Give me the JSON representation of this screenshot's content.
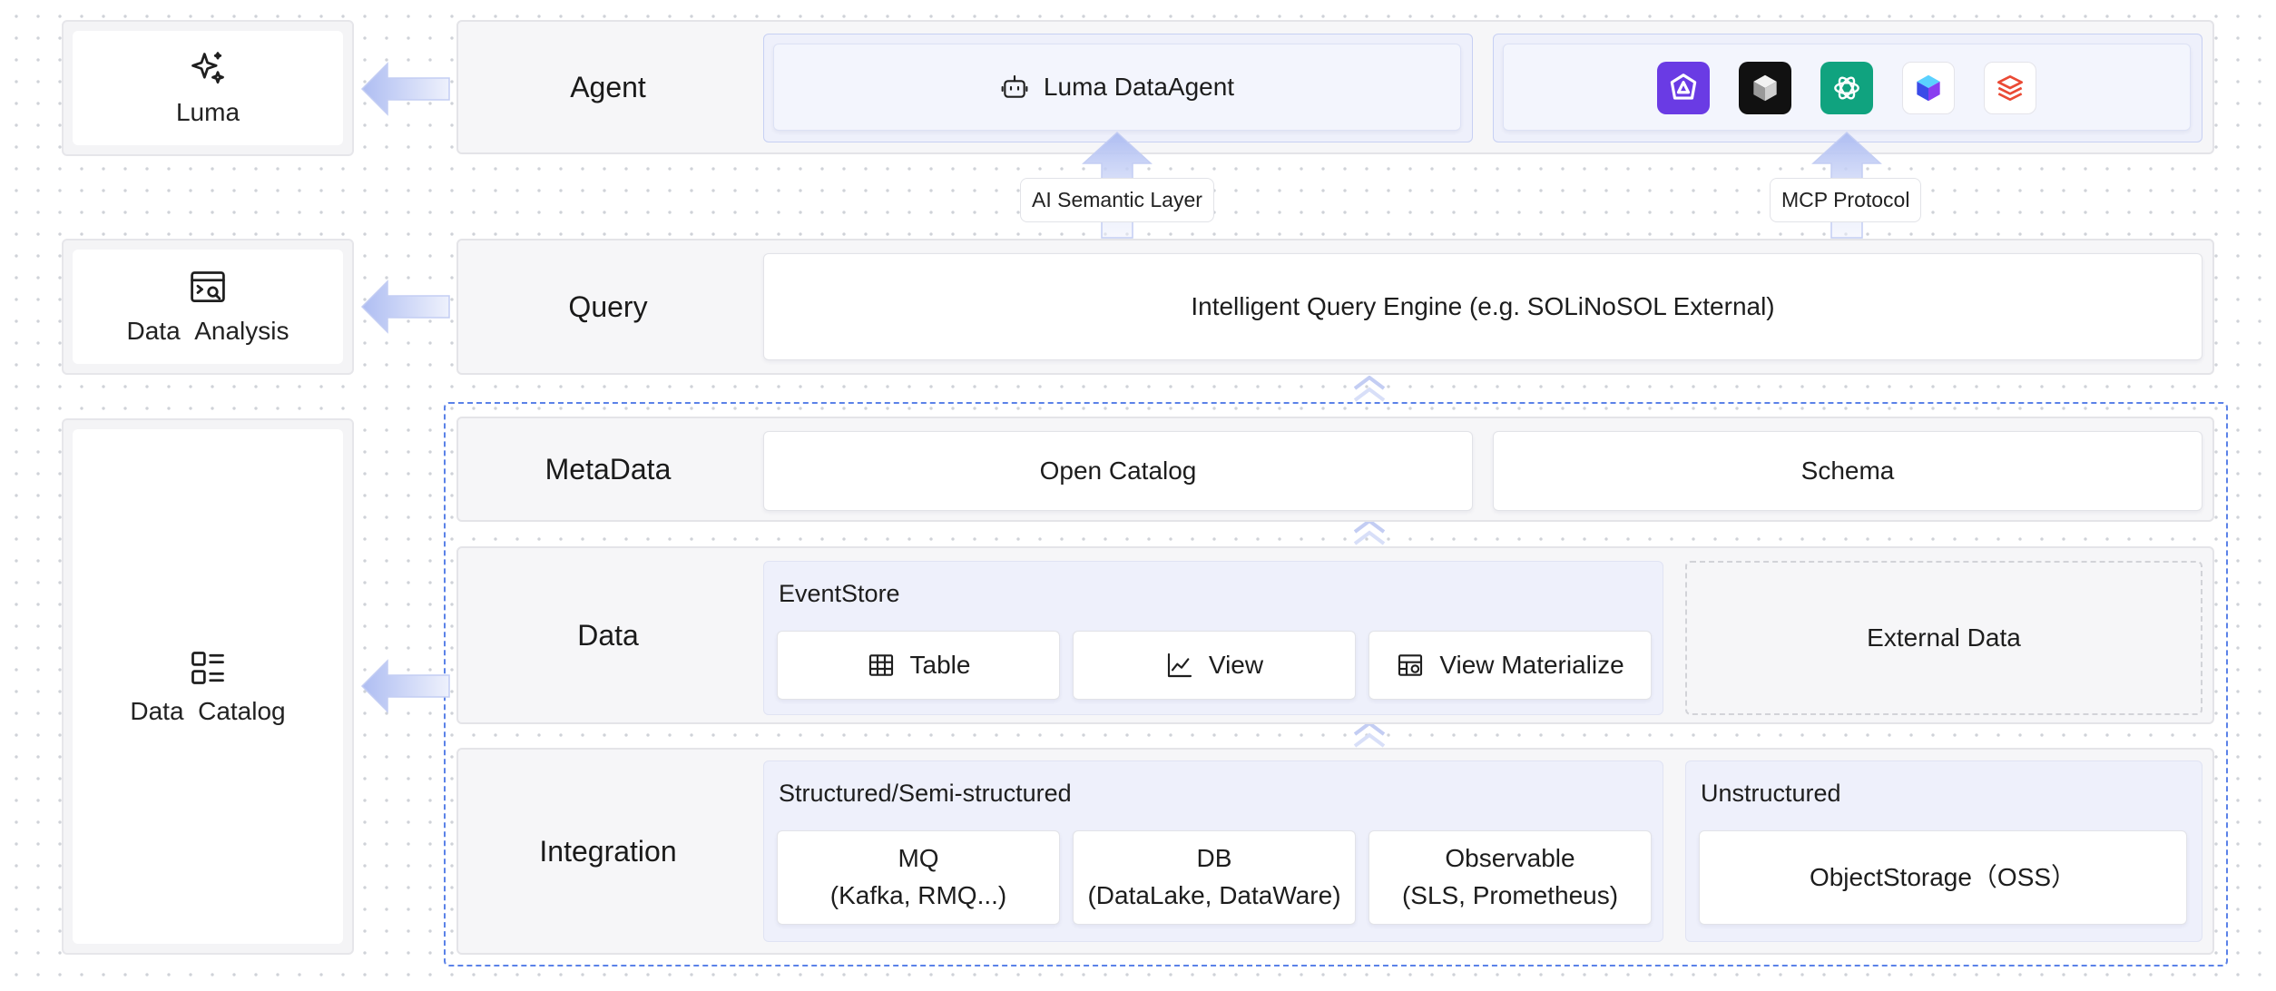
{
  "left": {
    "luma": "Luma",
    "analysis_a": "Data",
    "analysis_b": "Analysis",
    "catalog_a": "Data",
    "catalog_b": "Catalog"
  },
  "rows": {
    "agent": "Agent",
    "query": "Query",
    "metadata": "MetaData",
    "data": "Data",
    "integration": "Integration"
  },
  "agent": {
    "luma_dataagent": "Luma DataAgent",
    "logos": [
      "purple-agent-logo",
      "black-cube-logo",
      "openai-logo",
      "blue-cube-logo",
      "red-layers-logo"
    ]
  },
  "connectors": {
    "semantic": "AI Semantic Layer",
    "mcp": "MCP Protocol"
  },
  "query": {
    "engine": "Intelligent Query Engine (e.g. SOLiNoSOL External)"
  },
  "metadata": {
    "open_catalog": "Open Catalog",
    "schema": "Schema"
  },
  "data": {
    "eventstore": "EventStore",
    "table": "Table",
    "view": "View",
    "view_materialize": "View Materialize",
    "external": "External Data"
  },
  "integration": {
    "structured": "Structured/Semi-structured",
    "mq_1": "MQ",
    "mq_2": "(Kafka, RMQ...)",
    "db_1": "DB",
    "db_2": "(DataLake, DataWare)",
    "obs_1": "Observable",
    "obs_2": "(SLS, Prometheus)",
    "unstructured": "Unstructured",
    "object_storage": "ObjectStorage（OSS）"
  },
  "colors": {
    "arrow": "#b9c6f4",
    "dashed_border": "#5b82e8",
    "group_bg": "#eef0fb"
  }
}
